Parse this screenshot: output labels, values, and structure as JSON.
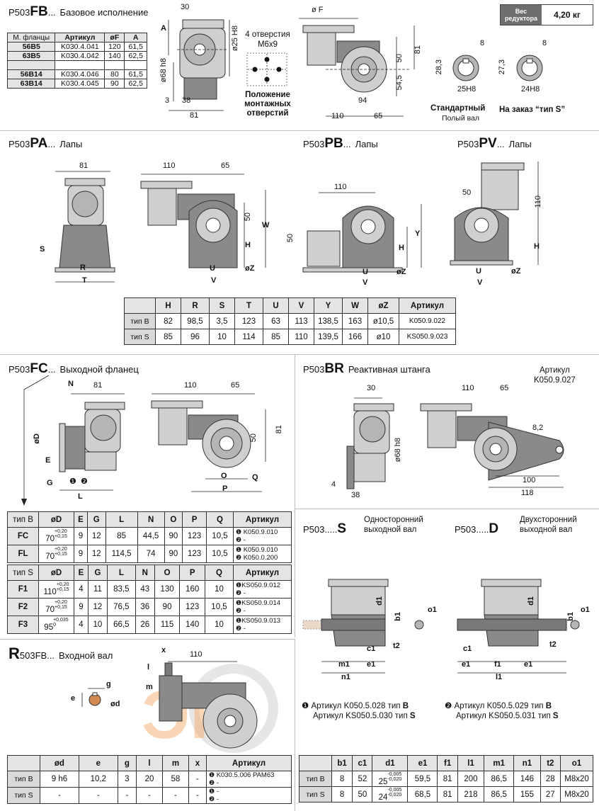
{
  "fb": {
    "prefix": "P503",
    "code": "FB",
    "suffix": "...",
    "desc": "Базовое исполнение",
    "flange_table": {
      "headers": [
        "М. фланцы",
        "Артикул",
        "øF",
        "A"
      ],
      "rows": [
        [
          "56B5",
          "K030.4.041",
          "120",
          "61,5"
        ],
        [
          "63B5",
          "K030.4.042",
          "140",
          "62,5"
        ],
        [
          "",
          "",
          "",
          ""
        ],
        [
          "56B14",
          "K030.4.046",
          "80",
          "61,5"
        ],
        [
          "63B14",
          "K030.4.045",
          "90",
          "62,5"
        ]
      ]
    },
    "holes_note": "4 отверстия",
    "holes_thread": "M6x9",
    "mounting_label_1": "Положение",
    "mounting_label_2": "монтажных",
    "mounting_label_3": "отверстий",
    "dims": {
      "d30": "30",
      "A": "A",
      "d25": "ø25 H8",
      "d68": "ø68 h8",
      "d3": "3",
      "d38": "38",
      "d81": "81",
      "F": "ø F",
      "d50": "50",
      "d81b": "81",
      "d54": "54,5",
      "d94": "94",
      "d110": "110",
      "d65": "65",
      "k8a": "8",
      "k283": "28,3",
      "k25": "25H8",
      "k8b": "8",
      "k273": "27,3",
      "k24": "24H8"
    },
    "shaft_std_1": "Стандартный",
    "shaft_std_2": "Полый вал",
    "shaft_s": "На заказ “тип S”",
    "weight_label_1": "Вес",
    "weight_label_2": "редуктора",
    "weight_value": "4,20 кг"
  },
  "pa": {
    "prefix": "P503",
    "code": "PA",
    "suffix": "...",
    "desc": "Лапы",
    "dims": {
      "d81": "81",
      "d110": "110",
      "d65": "65",
      "S": "S",
      "R": "R",
      "T": "T",
      "d50": "50",
      "H": "H",
      "W": "W",
      "U": "U",
      "V": "V",
      "Z": "øZ"
    }
  },
  "pb": {
    "prefix": "P503",
    "code": "PB",
    "suffix": "...",
    "desc": "Лапы",
    "dims": {
      "d110": "110",
      "d50": "50",
      "H": "H",
      "Y": "Y",
      "U": "U",
      "V": "V",
      "Z": "øZ"
    }
  },
  "pv": {
    "prefix": "P503",
    "code": "PV",
    "suffix": "...",
    "desc": "Лапы",
    "dims": {
      "d50": "50",
      "d110": "110",
      "H": "H",
      "U": "U",
      "V": "V",
      "Z": "øZ"
    }
  },
  "feet_table": {
    "headers": [
      "",
      "H",
      "R",
      "S",
      "T",
      "U",
      "V",
      "Y",
      "W",
      "øZ",
      "Артикул"
    ],
    "rows": [
      [
        "тип B",
        "82",
        "98,5",
        "3,5",
        "123",
        "63",
        "113",
        "138,5",
        "163",
        "ø10,5",
        "K050.9.022"
      ],
      [
        "тип S",
        "85",
        "96",
        "10",
        "114",
        "85",
        "110",
        "139,5",
        "166",
        "ø10",
        "KS050.9.023"
      ]
    ]
  },
  "fc": {
    "prefix": "P503",
    "code": "FC",
    "suffix": "...",
    "desc": "Выходной фланец",
    "dims": {
      "N": "N",
      "d81": "81",
      "D": "øD",
      "E": "E",
      "G": "G",
      "L": "L",
      "c1": "❶",
      "c2": "❷",
      "d110": "110",
      "d65": "65",
      "d81b": "81",
      "d50": "50",
      "O": "O",
      "P": "P",
      "Q": "Q"
    }
  },
  "fc_table_b": {
    "headers": [
      "тип B",
      "øD",
      "E",
      "G",
      "L",
      "N",
      "O",
      "P",
      "Q",
      "Артикул"
    ],
    "rows": [
      {
        "name": "FC",
        "d": "70",
        "tol_up": "+0,20",
        "tol_dn": "+0,15",
        "e": "9",
        "g": "12",
        "l": "85",
        "n": "44,5",
        "o": "90",
        "p": "123",
        "q": "10,5",
        "art1": "K050.9.010",
        "art2": "-"
      },
      {
        "name": "FL",
        "d": "70",
        "tol_up": "+0,20",
        "tol_dn": "+0,15",
        "e": "9",
        "g": "12",
        "l": "114,5",
        "n": "74",
        "o": "90",
        "p": "123",
        "q": "10,5",
        "art1": "K050.9.010",
        "art2": "K050.0.200"
      }
    ]
  },
  "fc_table_s": {
    "headers": [
      "тип S",
      "øD",
      "E",
      "G",
      "L",
      "N",
      "O",
      "P",
      "Q",
      "Артикул"
    ],
    "rows": [
      {
        "name": "F1",
        "d": "110",
        "tol_up": "+0,20",
        "tol_dn": "+0,15",
        "e": "4",
        "g": "11",
        "l": "83,5",
        "n": "43",
        "o": "130",
        "p": "160",
        "q": "10",
        "art1": "KS050.9.012",
        "art2": "-"
      },
      {
        "name": "F2",
        "d": "70",
        "tol_up": "+0,20",
        "tol_dn": "+0,15",
        "e": "9",
        "g": "12",
        "l": "76,5",
        "n": "36",
        "o": "90",
        "p": "123",
        "q": "10,5",
        "art1": "KS050.9.014",
        "art2": "-"
      },
      {
        "name": "F3",
        "d": "95",
        "tol_up": "+0,035",
        "tol_dn": "0",
        "e": "4",
        "g": "10",
        "l": "66,5",
        "n": "26",
        "o": "115",
        "p": "140",
        "q": "10",
        "art1": "KS050.9.013",
        "art2": "-"
      }
    ]
  },
  "br": {
    "prefix": "P503",
    "code": "BR",
    "suffix": "",
    "desc": "Реактивная штанга",
    "art_label": "Артикул",
    "art_value": "K050.9.027",
    "dims": {
      "d30": "30",
      "d68": "ø68 h8",
      "d4": "4",
      "d38": "38",
      "d110": "110",
      "d65": "65",
      "d82": "8,2",
      "d100": "100",
      "d118": "118"
    }
  },
  "s": {
    "prefix": "P503.....",
    "code": "S",
    "desc_1": "Односторонний",
    "desc_2": "выходной вал",
    "dims": {
      "d1": "d1",
      "b1": "b1",
      "o1": "o1",
      "c1": "c1",
      "t2": "t2",
      "m1": "m1",
      "e1": "e1",
      "n1": "n1"
    }
  },
  "d": {
    "prefix": "P503.....",
    "code": "D",
    "desc_1": "Двухсторонний",
    "desc_2": "выходной вал",
    "dims": {
      "d1": "d1",
      "b1": "b1",
      "o1": "o1",
      "c1": "c1",
      "t2": "t2",
      "e1": "e1",
      "f1": "f1",
      "e1b": "e1",
      "l1": "l1"
    }
  },
  "shaft_notes": {
    "n1_mark": "❶",
    "n1_line1": "Артикул K050.5.028  тип",
    "n1_type1": "B",
    "n1_line2": "Артикул KS050.5.030  тип",
    "n1_type2": "S",
    "n2_mark": "❷",
    "n2_line1": "Артикул K050.5.029  тип",
    "n2_type1": "B",
    "n2_line2": "Артикул KS050.5.031  тип",
    "n2_type2": "S"
  },
  "shaft_table": {
    "headers": [
      "",
      "b1",
      "c1",
      "d1",
      "e1",
      "f1",
      "l1",
      "m1",
      "n1",
      "t2",
      "o1"
    ],
    "rows": [
      {
        "name": "тип B",
        "b1": "8",
        "c1": "52",
        "d1": "25",
        "tol_up": "-0,005",
        "tol_dn": "-0,020",
        "e1": "59,5",
        "f1": "81",
        "l1": "200",
        "m1": "86,5",
        "n1": "146",
        "t2": "28",
        "o1": "M8x20"
      },
      {
        "name": "тип S",
        "b1": "8",
        "c1": "50",
        "d1": "24",
        "tol_up": "-0,005",
        "tol_dn": "-0,020",
        "e1": "68,5",
        "f1": "81",
        "l1": "218",
        "m1": "86,5",
        "n1": "155",
        "t2": "27",
        "o1": "M8x20"
      }
    ]
  },
  "r": {
    "prefix_big": "R",
    "prefix": "503FB",
    "suffix": "...",
    "desc": "Входной вал",
    "dims": {
      "x": "x",
      "d110": "110",
      "l": "l",
      "m": "m",
      "g": "g",
      "e": "e",
      "d": "ød"
    }
  },
  "input_table": {
    "headers": [
      "",
      "ød",
      "e",
      "g",
      "l",
      "m",
      "x",
      "Артикул"
    ],
    "rows": [
      {
        "name": "тип B",
        "d": "9 h6",
        "e": "10,2",
        "g": "3",
        "l": "20",
        "m": "58",
        "x": "-",
        "art1": "K030.5.006 PAM63",
        "art2": "-"
      },
      {
        "name": "тип S",
        "d": "-",
        "e": "-",
        "g": "-",
        "l": "-",
        "m": "-",
        "x": "-",
        "art1": "-",
        "art2": "-"
      }
    ]
  },
  "colors": {
    "accent_watermark": "#f4a460",
    "table_header": "#e4e4e4",
    "weight_box": "#6e6e6e"
  }
}
